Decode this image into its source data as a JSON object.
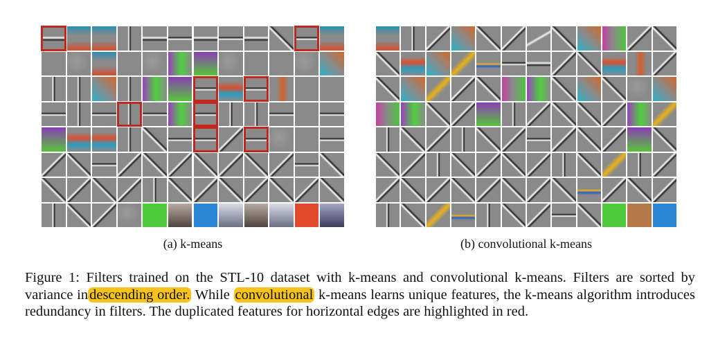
{
  "figure": {
    "subfigures": [
      {
        "id": "a",
        "caption": "(a) k-means"
      },
      {
        "id": "b",
        "caption": "(b) convolutional k-means"
      }
    ],
    "caption": {
      "part1": "Figure 1: Filters trained on the STL-10 dataset with k-means and convolutional k-means. Filters are sorted by variance in",
      "highlight1": "descending order.",
      "part2": " While",
      "highlight2": "convolutional",
      "part3": "k-means learns unique features, the k-means algorithm introduces redundancy in filters. The duplicated features for horizontal edges are highlighted in red."
    }
  },
  "colors": {
    "filter_gray": "#8a8a8a",
    "redundancy_box": "#c0281e",
    "caption_highlight": "#f7c21a"
  }
}
